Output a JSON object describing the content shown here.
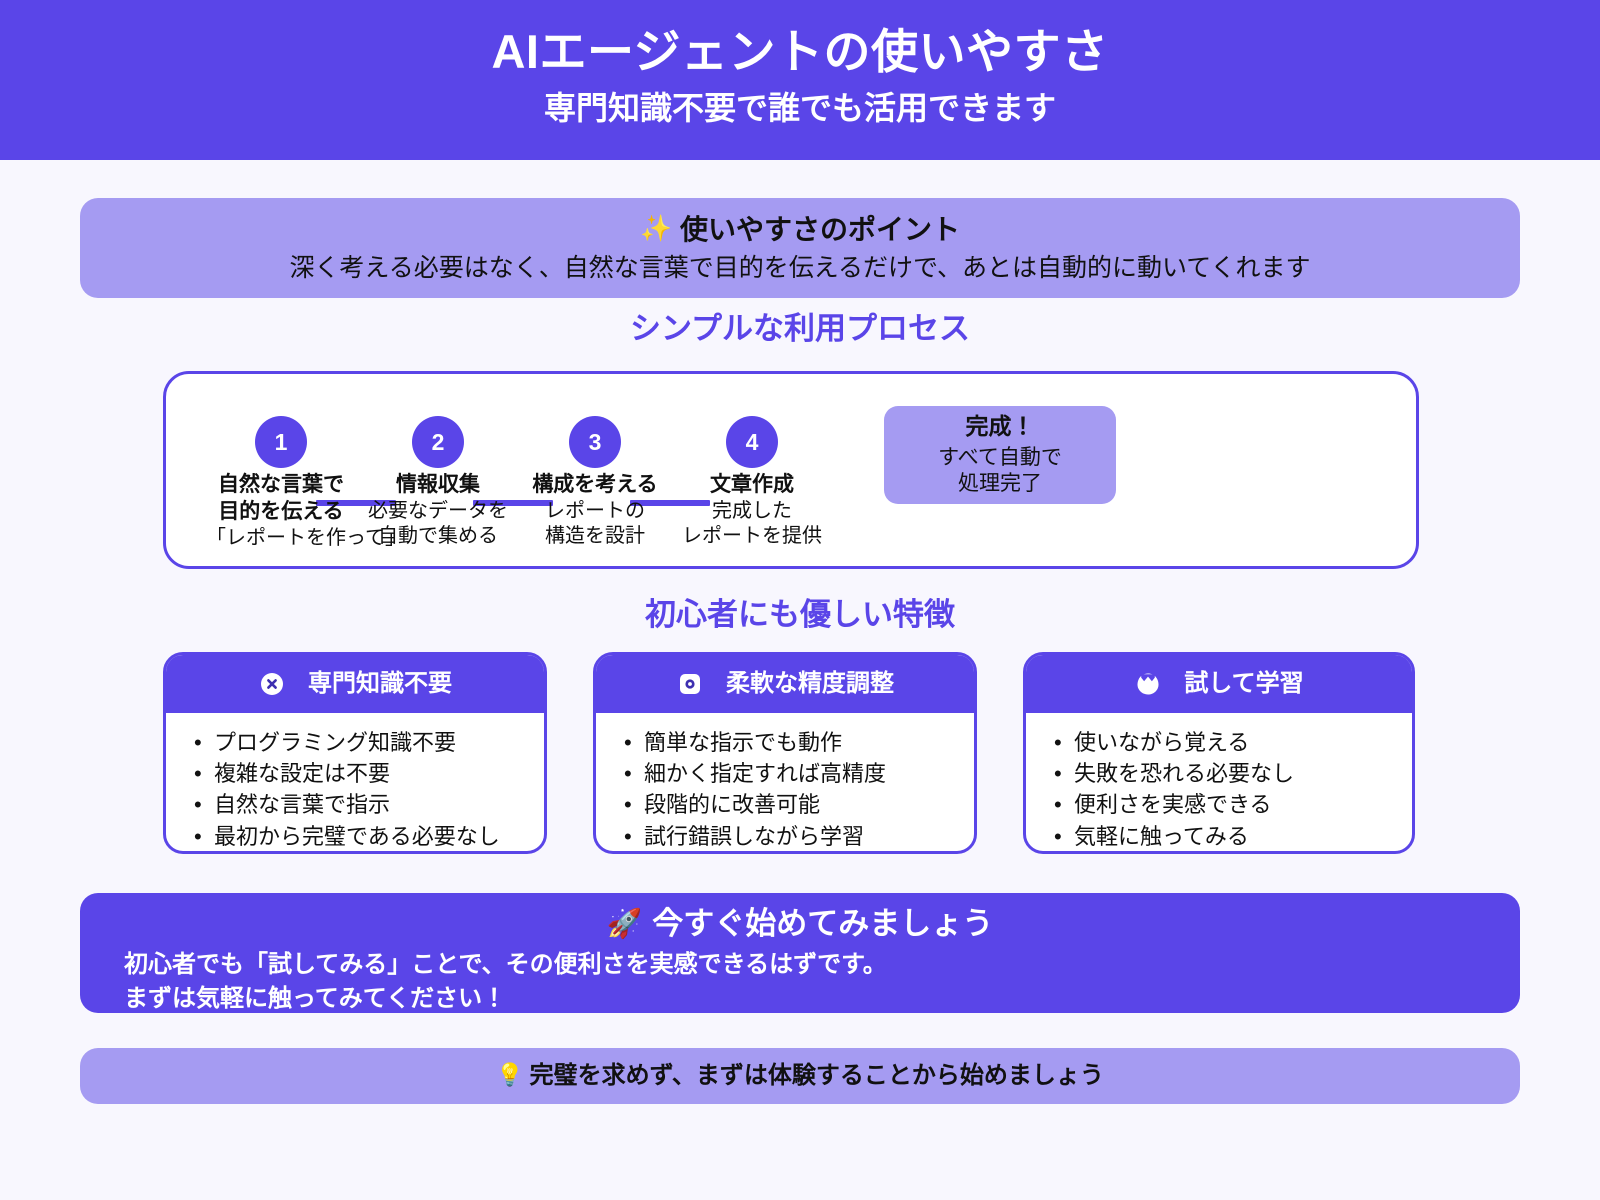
{
  "header": {
    "title": "AIエージェントの使いやすさ",
    "subtitle": "専門知識不要で誰でも活用できます",
    "background_color": "#5a45e8"
  },
  "point_banner": {
    "icon": "sparkles-icon",
    "icon_glyph": "✨",
    "title": "使いやすさのポイント",
    "description": "深く考える必要はなく、自然な言葉で目的を伝えるだけで、あとは自動的に動いてくれます",
    "background_color": "#a59bf2"
  },
  "process_section": {
    "heading": "シンプルな利用プロセス",
    "heading_color": "#5a45e8",
    "steps": [
      {
        "number": "1",
        "title": "自然な言葉で",
        "title_line2": "目的を伝える",
        "sub": "「レポートを作って」"
      },
      {
        "number": "2",
        "title": "情報収集",
        "sub": "必要なデータを",
        "sub_line2": "自動で集める"
      },
      {
        "number": "3",
        "title": "構成を考える",
        "sub": "レポートの",
        "sub_line2": "構造を設計"
      },
      {
        "number": "4",
        "title": "文章作成",
        "sub": "完成した",
        "sub_line2": "レポートを提供"
      }
    ],
    "completion": {
      "title": "完成！",
      "line1": "すべて自動で",
      "line2": "処理完了",
      "background_color": "#a59bf2"
    }
  },
  "features_section": {
    "heading": "初心者にも優しい特徴",
    "heading_color": "#5a45e8",
    "cards": [
      {
        "icon": "no-code-badge-icon",
        "title": "専門知識不要",
        "items": [
          "プログラミング知識不要",
          "複雑な設定は不要",
          "自然な言葉で指示",
          "最初から完璧である必要なし"
        ]
      },
      {
        "icon": "target-dial-icon",
        "title": "柔軟な精度調整",
        "items": [
          "簡単な指示でも動作",
          "細かく指定すれば高精度",
          "段階的に改善可能",
          "試行錯誤しながら学習"
        ]
      },
      {
        "icon": "hatching-chick-icon",
        "title": "試して学習",
        "items": [
          "使いながら覚える",
          "失敗を恐れる必要なし",
          "便利さを実感できる",
          "気軽に触ってみる"
        ]
      }
    ]
  },
  "cta": {
    "icon": "rocket-icon",
    "icon_glyph": "🚀",
    "title": "今すぐ始めてみましょう",
    "line1": "初心者でも「試してみる」ことで、その便利さを実感できるはずです。",
    "line2": "まずは気軽に触ってみてください！",
    "background_color": "#5a45e8"
  },
  "footer": {
    "icon": "lightbulb-icon",
    "icon_glyph": "💡",
    "text": "完璧を求めず、まずは体験することから始めましょう",
    "background_color": "#a59bf2"
  }
}
